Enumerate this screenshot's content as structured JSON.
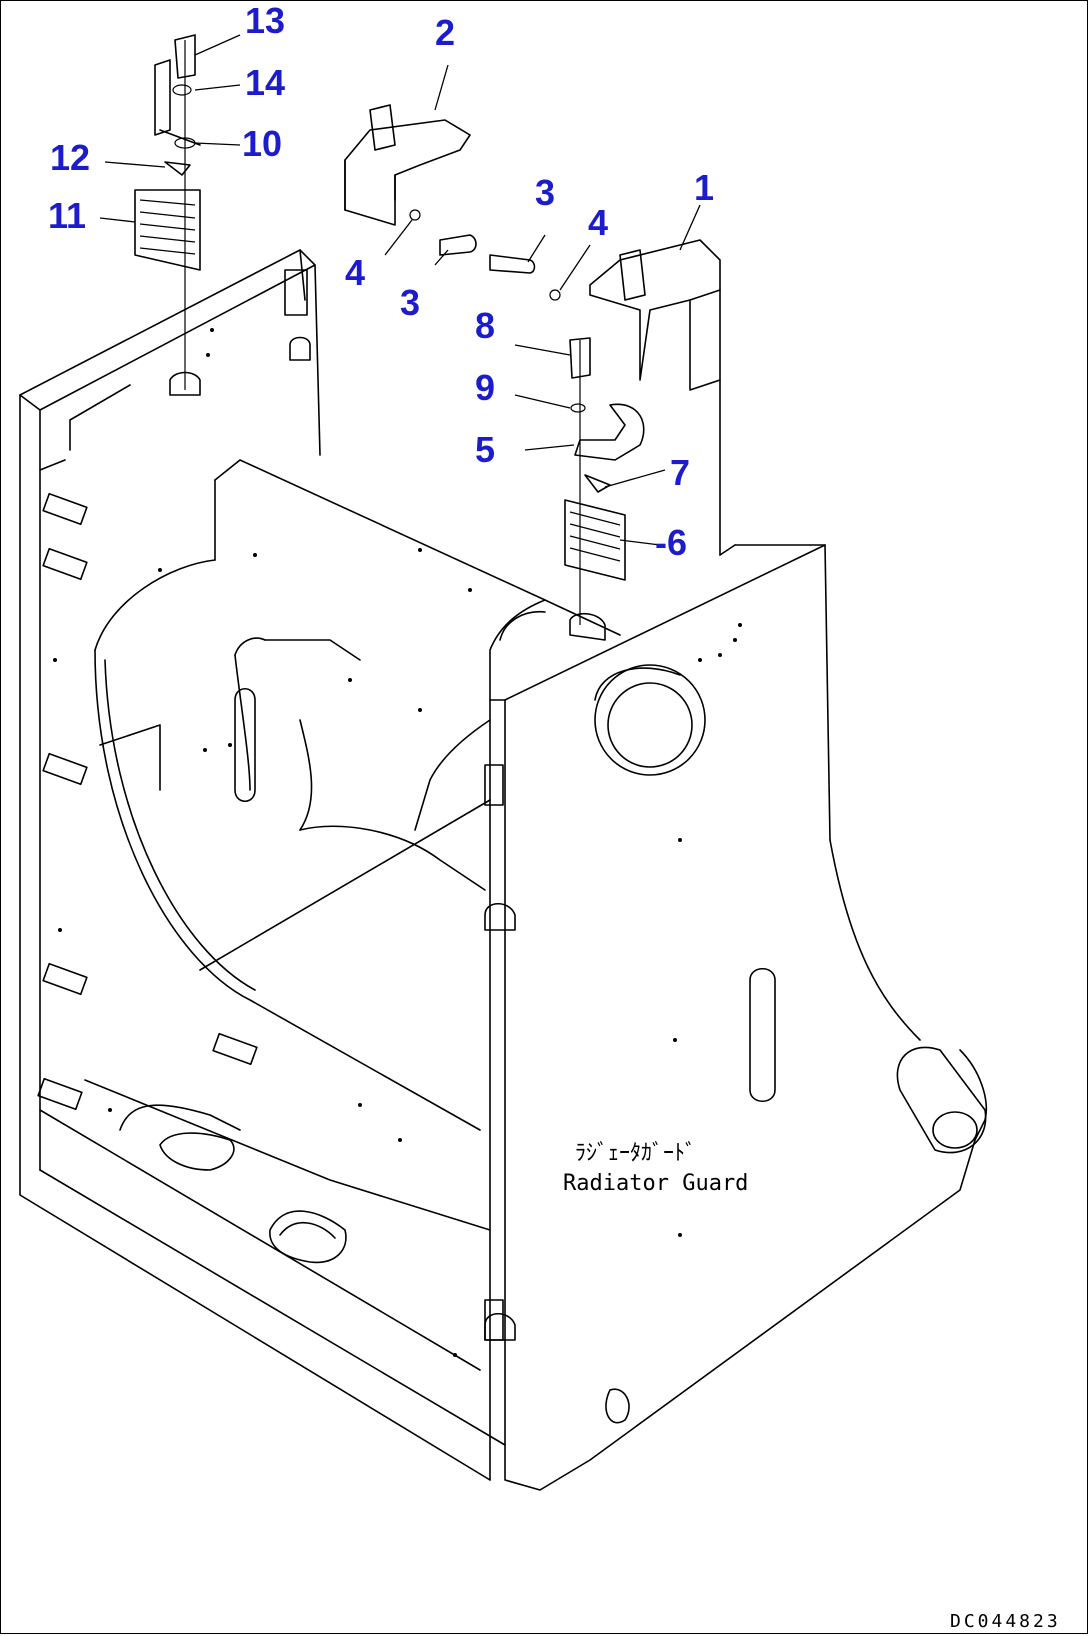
{
  "callouts": {
    "c1": "1",
    "c2": "2",
    "c3a": "3",
    "c3b": "3",
    "c4a": "4",
    "c4b": "4",
    "c5": "5",
    "c6": "-6",
    "c7": "7",
    "c8": "8",
    "c9": "9",
    "c10": "10",
    "c11": "11",
    "c12": "12",
    "c13": "13",
    "c14": "14"
  },
  "nameplate": {
    "japanese": "ﾗｼﾞｪｰﾀｶﾞｰﾄﾞ",
    "english": "Radiator Guard"
  },
  "drawing_code": "DC044823",
  "colors": {
    "callout": "#1c1ccc",
    "line": "#000000",
    "background": "#ffffff"
  }
}
